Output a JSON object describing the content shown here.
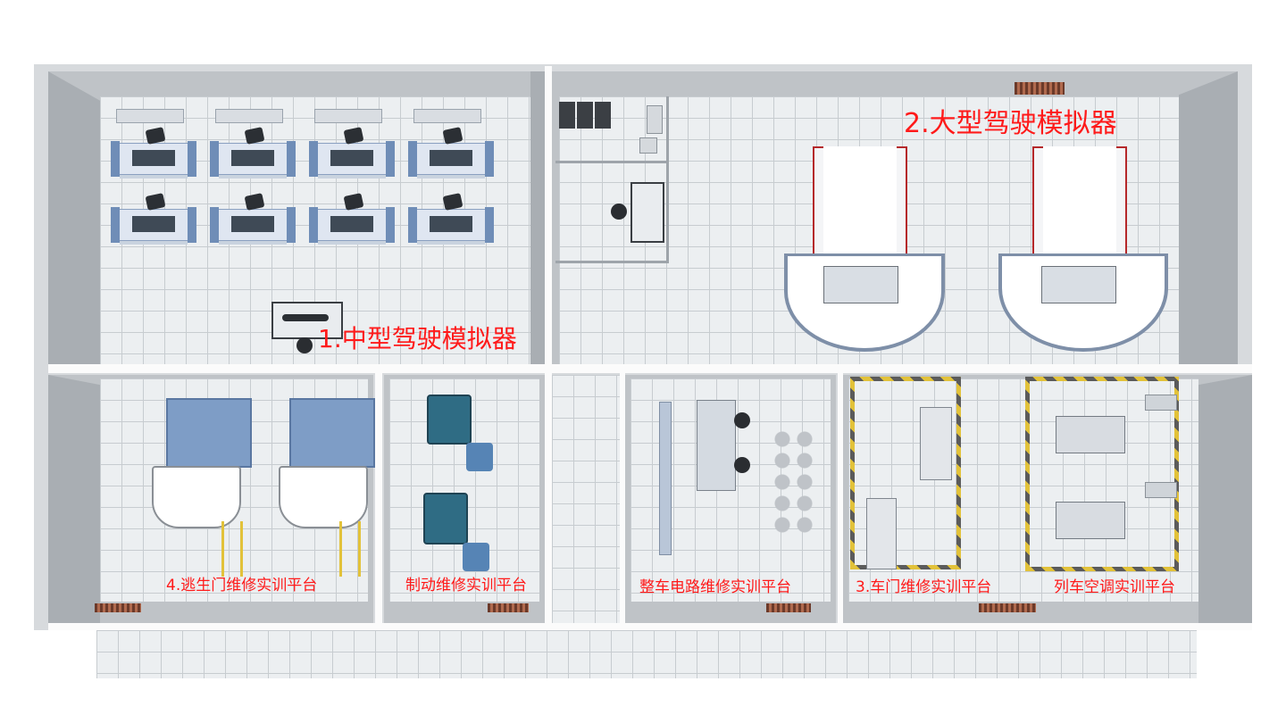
{
  "labels": {
    "room1": "1.中型驾驶模拟器",
    "room2": "2.大型驾驶模拟器",
    "room3": "3.车门维修实训平台",
    "room4": "4.逃生门维修实训平台",
    "brake": "制动维修实训平台",
    "circuit": "整车电路维修实训平台",
    "aircon": "列车空调实训平台"
  },
  "colors": {
    "label_red": "#ff1a1a",
    "wall": "#d7dadd",
    "floor": "#eceff1",
    "grid": "#c7ccd0",
    "console_blue": "#6f8db7",
    "safety_yellow": "#e2c23a"
  }
}
